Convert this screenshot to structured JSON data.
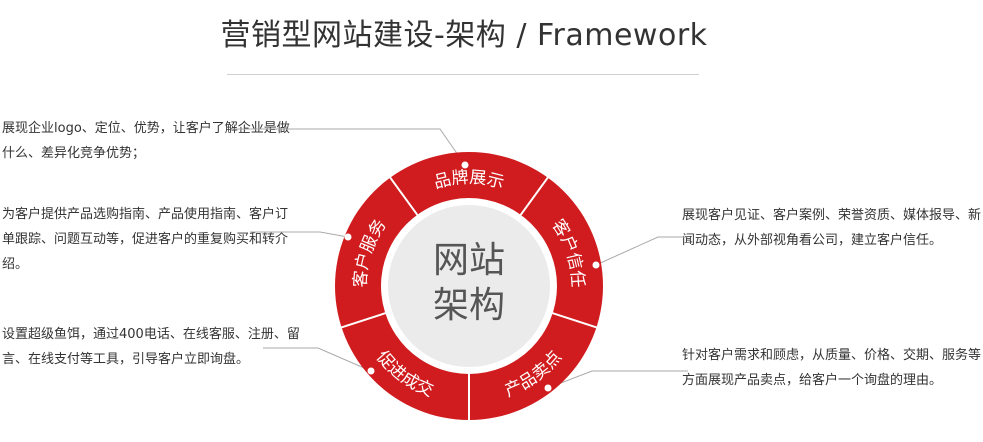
{
  "page_title": "营销型网站建设-架构 / Framework",
  "center": {
    "line1": "网站",
    "line2": "架构"
  },
  "colors": {
    "ring": "#d01c1e",
    "center_fill": "#ebebeb",
    "connector": "#aaaaaa",
    "ring_text": "#ffffff"
  },
  "segments": [
    {
      "id": "brand",
      "label": "品牌展示",
      "description": "展现企业logo、定位、优势，让客户了解企业是做什么、差异化竞争优势；"
    },
    {
      "id": "trust",
      "label": "客户信任",
      "description": "展现客户见证、客户案例、荣誉资质、媒体报导、新闻动态，从外部视角看公司，建立客户信任。"
    },
    {
      "id": "selling",
      "label": "产品卖点",
      "description": "针对客户需求和顾虑，从质量、价格、交期、服务等方面展现产品卖点，给客户一个询盘的理由。"
    },
    {
      "id": "deal",
      "label": "促进成交",
      "description": "设置超级鱼饵，通过400电话、在线客服、注册、留言、在线支付等工具，引导客户立即询盘。"
    },
    {
      "id": "service",
      "label": "客户服务",
      "description": "为客户提供产品选购指南、产品使用指南、客户订单跟踪、问题互动等，促进客户的重复购买和转介绍。"
    }
  ]
}
